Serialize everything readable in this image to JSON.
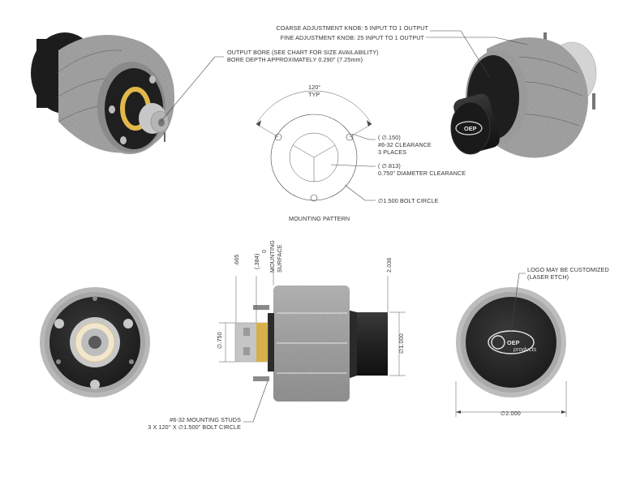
{
  "annotations": {
    "output_bore_1": "OUTPUT BORE (SEE CHART FOR SIZE AVAILABILITY)",
    "output_bore_2": "BORE DEPTH APPROXIMATELY 0.290\" (7.25mm)",
    "coarse_knob": "COARSE ADJUSTMENT KNOB: 5 INPUT TO 1 OUTPUT",
    "fine_knob": "FINE ADJUSTMENT KNOB: 25 INPUT TO 1 OUTPUT",
    "logo_1": "LOGO MAY BE CUSTOMIZED",
    "logo_2": "(LASER ETCH)",
    "studs_1": "#6-32 MOUNTING STUDS",
    "studs_2": "3 X 120° X ∅1.500\" BOLT CIRCLE"
  },
  "mounting_pattern": {
    "title": "MOUNTING PATTERN",
    "angle": "120°",
    "angle_note": "TYP",
    "hole_dia": "( ∅.150)",
    "hole_label": "#6-32 CLEARANCE",
    "hole_count": "3 PLACES",
    "center_dia": "( ∅.813)",
    "center_label": "0.750\" DIAMETER CLEARANCE",
    "bolt_circle": "∅1.500 BOLT CIRCLE"
  },
  "side_view": {
    "dim_665": ".665",
    "dim_384": "(.384)",
    "dim_0": "0",
    "mounting_1": "MOUNTING",
    "mounting_2": "SURFACE",
    "dim_2036": "2.036",
    "dim_750": "∅.750",
    "dim_1000": "∅1.000"
  },
  "end_view": {
    "dim_2000": "∅2.000",
    "logo_big": "OEP",
    "logo_small": "products"
  },
  "colors": {
    "knurl": "#a9a9a9",
    "body_dark": "#2b2b2b",
    "brass": "#e2b84a",
    "silver": "#c8c8c8"
  }
}
